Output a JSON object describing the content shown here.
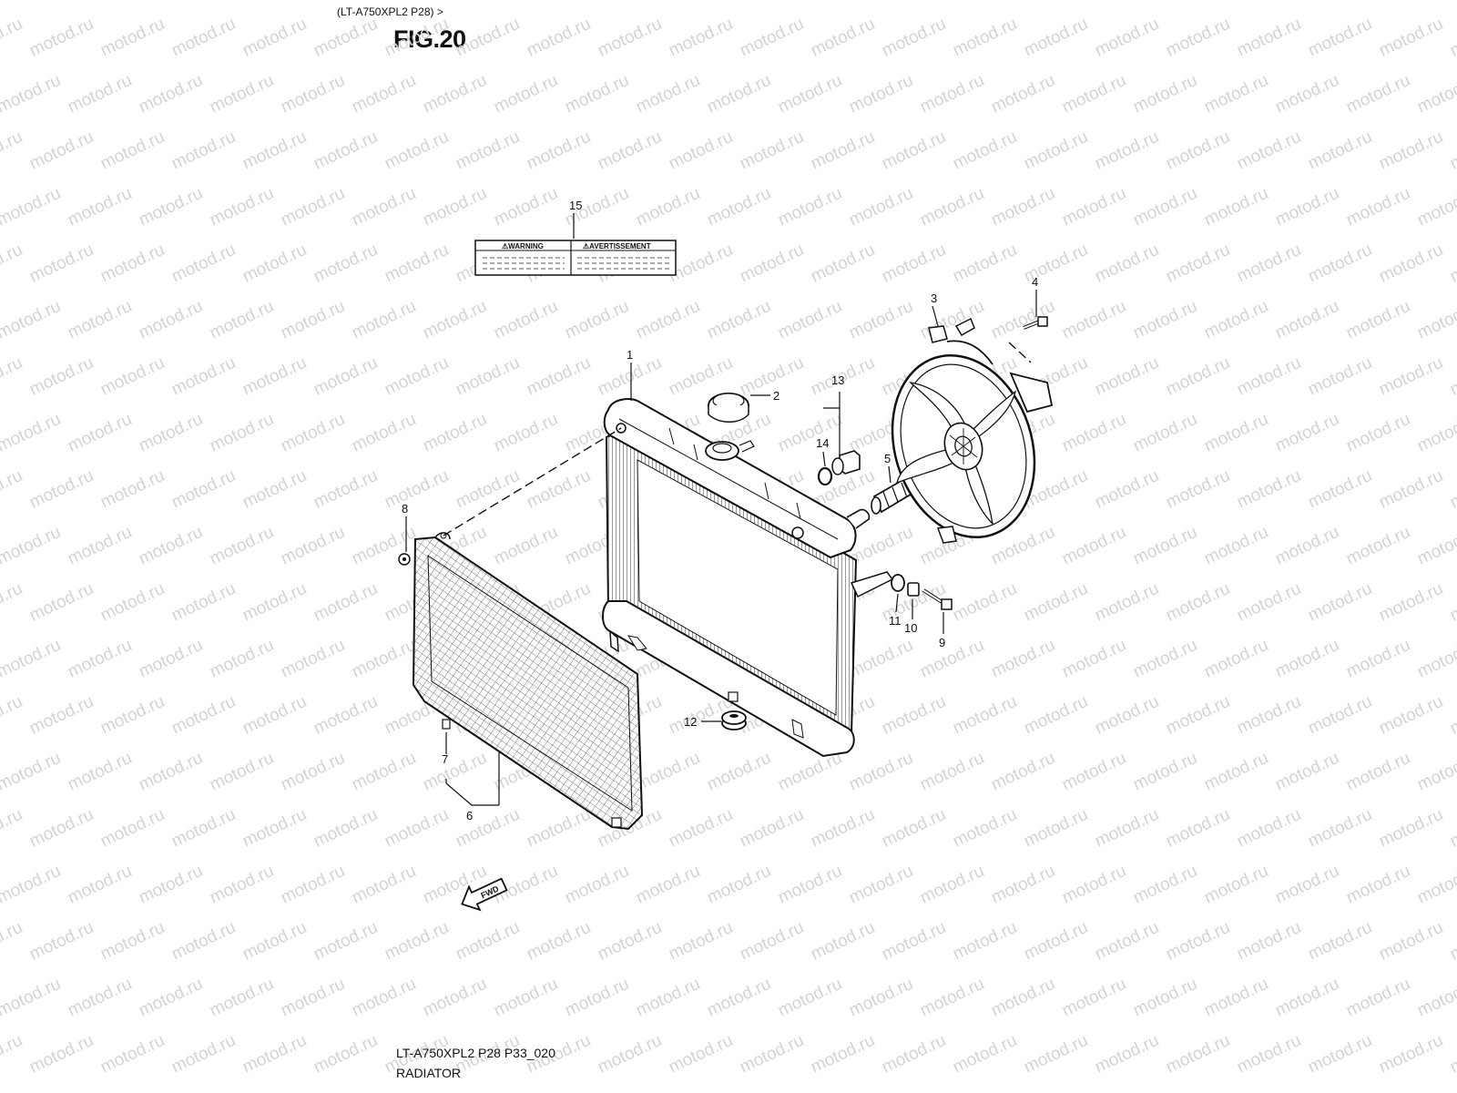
{
  "header": {
    "model_ref": "(LT-A750XPL2 P28) >",
    "figure": "FIG.20"
  },
  "label": {
    "warning": "⚠WARNING",
    "avertissement": "⚠AVERTISSEMENT",
    "fwd": "FWD"
  },
  "callouts": [
    "1",
    "2",
    "3",
    "4",
    "5",
    "6",
    "7",
    "8",
    "9",
    "10",
    "11",
    "12",
    "13",
    "14",
    "15"
  ],
  "watermark": "motod.ru",
  "footer": {
    "code": "LT-A750XPL2 P28 P33_020",
    "title": "RADIATOR"
  },
  "colors": {
    "line": "#111111",
    "watermark": "#d4d4d4",
    "background": "#ffffff"
  }
}
